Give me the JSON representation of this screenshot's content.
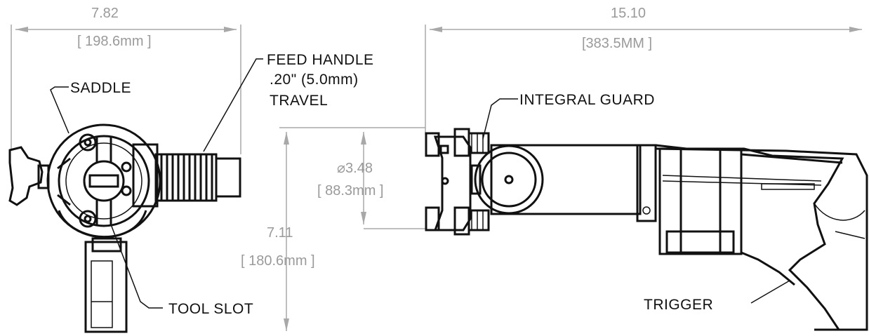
{
  "dimensions": {
    "width_in": "7.82",
    "width_mm": "[ 198.6mm ]",
    "length_in": "15.10",
    "length_mm": "[383.5MM ]",
    "diameter_in": "⌀3.48",
    "diameter_mm": "[ 88.3mm ]",
    "height_in": "7.11",
    "height_mm": "[ 180.6mm ]"
  },
  "callouts": {
    "saddle": "SADDLE",
    "feed_handle_line1": "FEED HANDLE",
    "feed_handle_line2": ".20\" (5.0mm)",
    "feed_handle_line3": "TRAVEL",
    "integral_guard": "INTEGRAL GUARD",
    "tool_slot": "TOOL SLOT",
    "trigger": "TRIGGER"
  },
  "colors": {
    "outline": "#111111",
    "dimension": "#9a9a9a"
  }
}
